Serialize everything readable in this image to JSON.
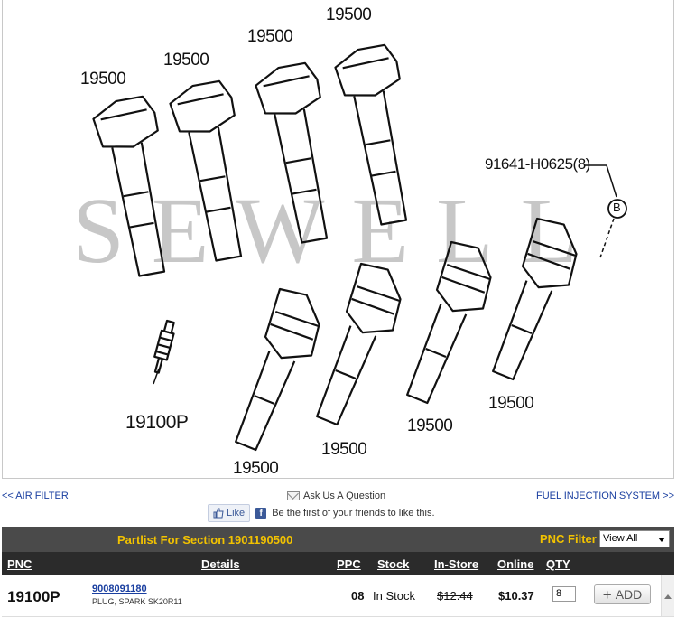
{
  "diagram": {
    "watermark": "SEWELL",
    "callouts": {
      "coil_1": "19500",
      "coil_2": "19500",
      "coil_3": "19500",
      "coil_4": "19500",
      "coil_5": "19500",
      "coil_6": "19500",
      "coil_7": "19500",
      "coil_8": "19500",
      "bolt": "91641-H0625(8)",
      "bolt_ref": "B",
      "plug": "19100P"
    }
  },
  "nav": {
    "prev": "<< AIR FILTER",
    "next": "FUEL INJECTION SYSTEM >>",
    "ask": "Ask Us A Question"
  },
  "social": {
    "like_label": "Like",
    "fb_text": "Be the first of your friends to like this."
  },
  "table": {
    "section_title": "Partlist For Section 1901190500",
    "pnc_filter_label": "PNC Filter",
    "pnc_filter_value": "View All",
    "headers": {
      "pnc": "PNC",
      "details": "Details",
      "ppc": "PPC",
      "stock": "Stock",
      "instore": "In-Store",
      "online": "Online",
      "qty": "QTY"
    },
    "rows": [
      {
        "pnc": "19100P",
        "part_number": "9008091180",
        "description": "PLUG, SPARK SK20R11",
        "ppc": "08",
        "stock": "In Stock",
        "instore": "$12.44",
        "online": "$10.37",
        "qty": "8",
        "add_label": "ADD"
      }
    ]
  }
}
